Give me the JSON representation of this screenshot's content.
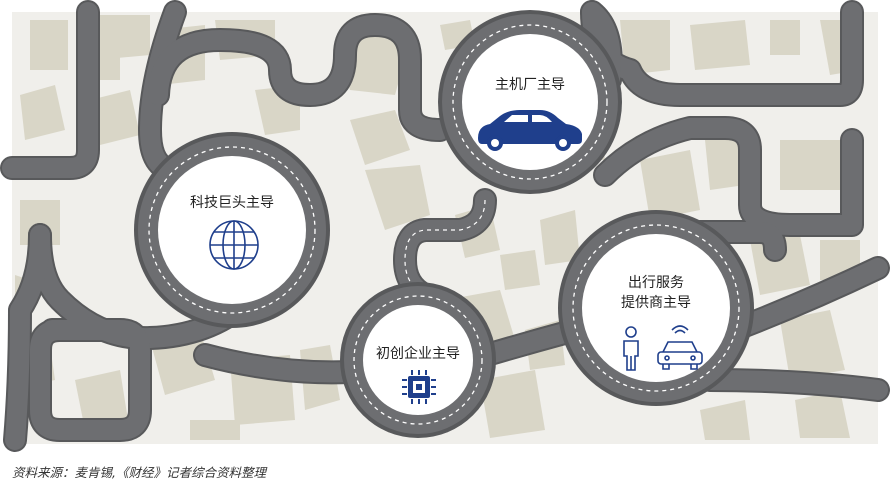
{
  "hubs": {
    "oem": {
      "label": "主机厂主导",
      "icon": "car-icon"
    },
    "tech": {
      "label": "科技巨头主导",
      "icon": "globe-icon"
    },
    "startup": {
      "label": "初创企业主导",
      "icon": "chip-icon"
    },
    "mobility": {
      "label_line1": "出行服务",
      "label_line2": "提供商主导",
      "icons": [
        "person-icon",
        "connected-car-icon"
      ]
    }
  },
  "caption": "资料来源：麦肯锡,《财经》记者综合资料整理",
  "colors": {
    "background": "#f0efeb",
    "block": "#d9d6c7",
    "road": "#6d6e71",
    "road_edge": "#58595b",
    "dash": "#ffffff",
    "hub_fill": "#ffffff",
    "icon": "#1f3f8c"
  }
}
